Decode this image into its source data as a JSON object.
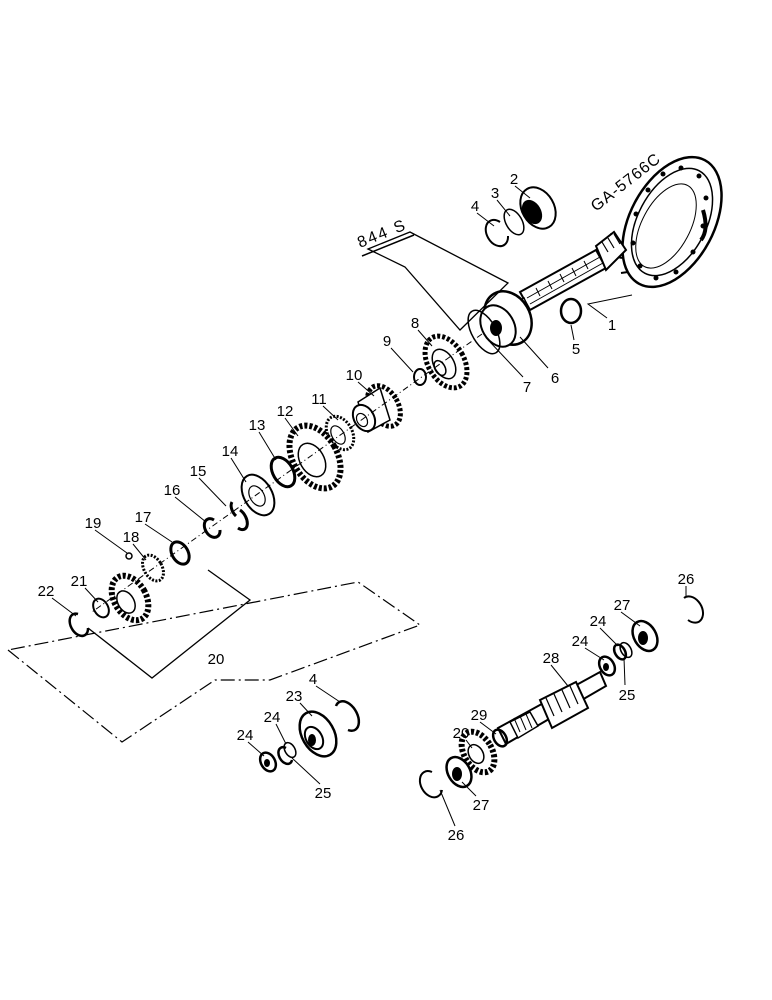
{
  "assembly_code": "844 S",
  "drawing_number": "GA-5766C",
  "callouts": {
    "c1": "1",
    "c2": "2",
    "c3": "3",
    "c4a": "4",
    "c4b": "4",
    "c5": "5",
    "c6": "6",
    "c7": "7",
    "c8": "8",
    "c9": "9",
    "c10": "10",
    "c11": "11",
    "c12": "12",
    "c13": "13",
    "c14": "14",
    "c15": "15",
    "c16": "16",
    "c17": "17",
    "c18": "18",
    "c19": "19",
    "c20a": "20",
    "c20b": "20",
    "c21": "21",
    "c22": "22",
    "c23": "23",
    "c24a": "24",
    "c24b": "24",
    "c24c": "24",
    "c24d": "24",
    "c25a": "25",
    "c25b": "25",
    "c26a": "26",
    "c26b": "26",
    "c27a": "27",
    "c27b": "27",
    "c28": "28",
    "c29": "29"
  }
}
